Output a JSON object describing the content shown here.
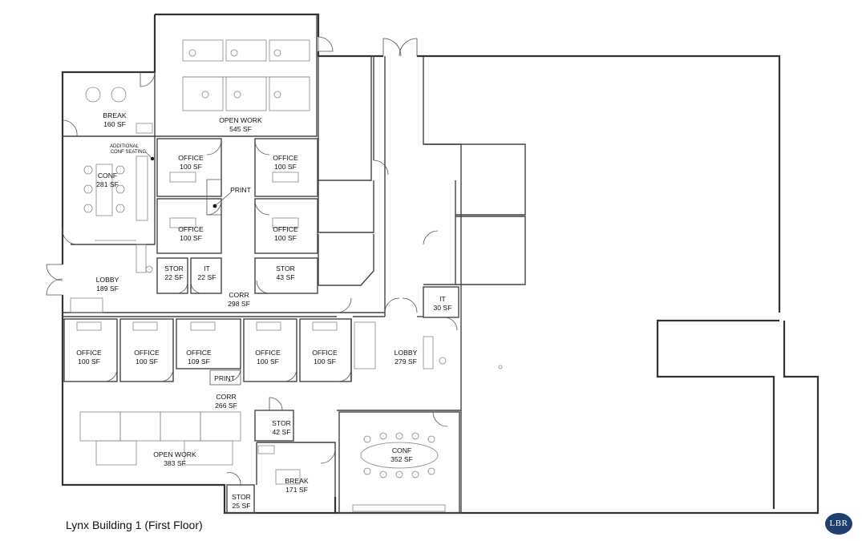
{
  "title": "Lynx Building 1 (First Floor)",
  "logo_text": "LBR",
  "accent_color": "#1f3f6e",
  "rooms": [
    {
      "name": "BREAK",
      "area": "160 SF"
    },
    {
      "name": "OPEN WORK",
      "area": "545 SF"
    },
    {
      "name": "CONF",
      "area": "281 SF"
    },
    {
      "name": "OFFICE",
      "area": "100 SF"
    },
    {
      "name": "OFFICE",
      "area": "100 SF"
    },
    {
      "name": "OFFICE",
      "area": "100 SF"
    },
    {
      "name": "OFFICE",
      "area": "100 SF"
    },
    {
      "name": "LOBBY",
      "area": "189 SF"
    },
    {
      "name": "STOR",
      "area": "22 SF"
    },
    {
      "name": "IT",
      "area": "22 SF"
    },
    {
      "name": "STOR",
      "area": "43 SF"
    },
    {
      "name": "CORR",
      "area": "298 SF"
    },
    {
      "name": "IT",
      "area": "30 SF"
    },
    {
      "name": "OFFICE",
      "area": "100 SF"
    },
    {
      "name": "OFFICE",
      "area": "100 SF"
    },
    {
      "name": "OFFICE",
      "area": "109 SF"
    },
    {
      "name": "OFFICE",
      "area": "100 SF"
    },
    {
      "name": "OFFICE",
      "area": "100 SF"
    },
    {
      "name": "LOBBY",
      "area": "279 SF"
    },
    {
      "name": "CORR",
      "area": "266 SF"
    },
    {
      "name": "STOR",
      "area": "42 SF"
    },
    {
      "name": "OPEN WORK",
      "area": "383 SF"
    },
    {
      "name": "CONF",
      "area": "352 SF"
    },
    {
      "name": "BREAK",
      "area": "171 SF"
    },
    {
      "name": "STOR",
      "area": "25 SF"
    }
  ],
  "labels": {
    "print_upper": "PRINT",
    "print_lower": "PRINT",
    "additional_line1": "ADDITIONAL",
    "additional_line2": "CONF SEATING"
  }
}
